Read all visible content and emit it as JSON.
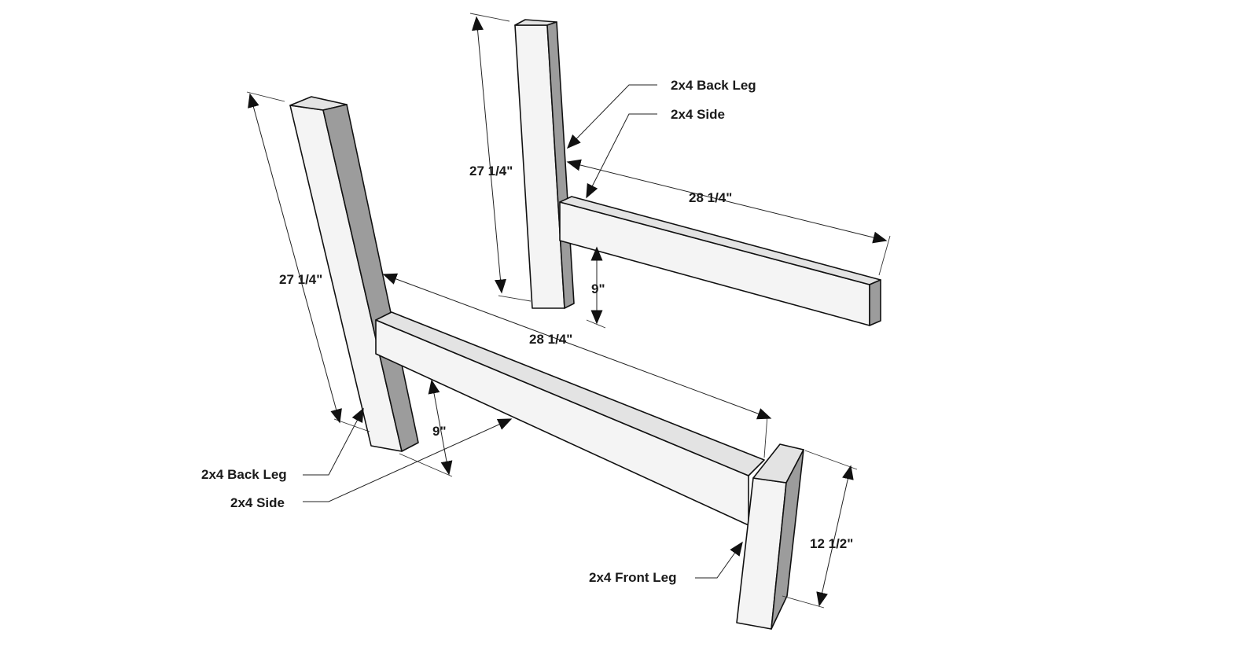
{
  "diagram": {
    "dimensions": {
      "back_side_height": "27 1/4\"",
      "back_side_length": "28 1/4\"",
      "back_side_rise": "9\"",
      "front_side_height": "27 1/4\"",
      "front_side_length": "28 1/4\"",
      "front_side_rise": "9\"",
      "front_leg_height": "12 1/2\""
    },
    "labels": {
      "back_back_leg": "2x4 Back Leg",
      "back_side": "2x4 Side",
      "front_back_leg": "2x4 Back Leg",
      "front_side": "2x4 Side",
      "front_leg": "2x4 Front Leg"
    },
    "colors": {
      "board_front": "#f4f4f4",
      "board_top": "#e3e3e3",
      "board_edge": "#9c9c9c",
      "outline": "#111111"
    }
  }
}
